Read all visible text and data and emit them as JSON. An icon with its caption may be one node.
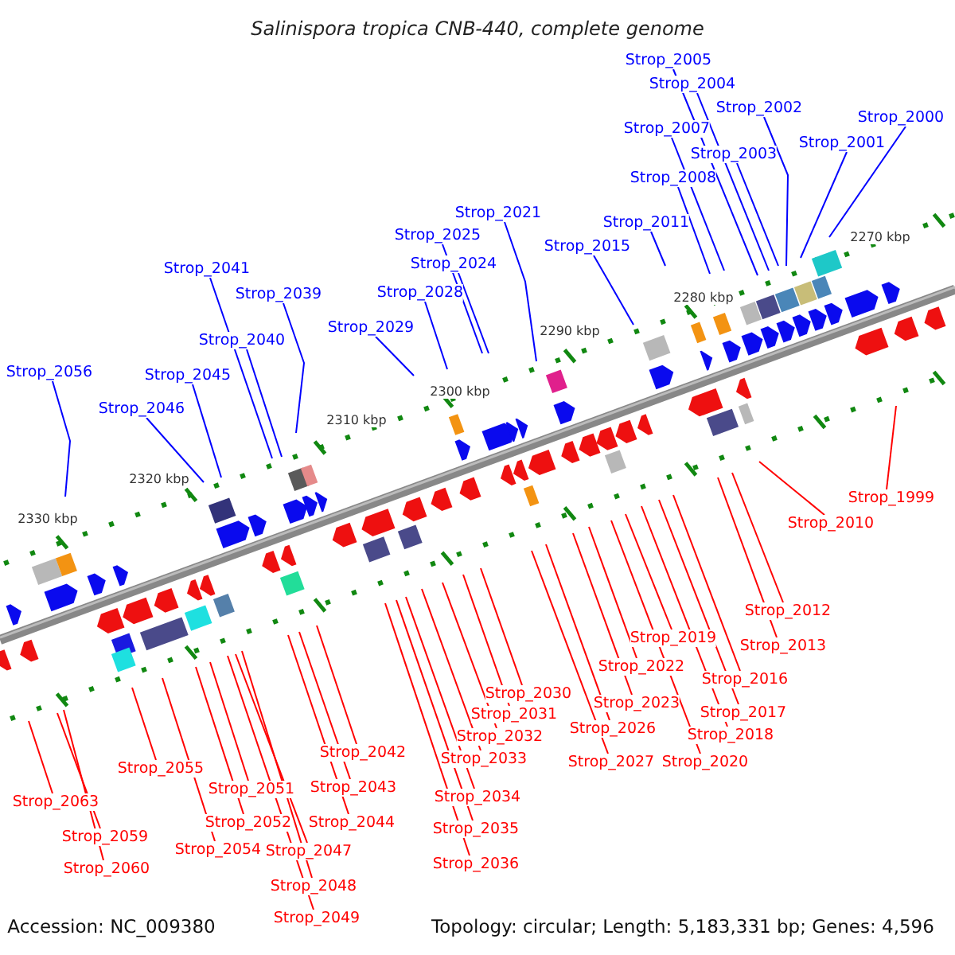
{
  "diagram": {
    "title": "Salinispora tropica CNB-440, complete genome",
    "nodes": [
      {
        "text": [
          "Strop_2005"
        ]
      },
      {
        "text": [
          "Strop_2004"
        ]
      },
      {
        "text": [
          "Strop_2002"
        ]
      },
      {
        "text": [
          "Strop_2007"
        ]
      },
      {
        "text": [
          "Strop_2000"
        ]
      },
      {
        "text": [
          "Strop_2001"
        ]
      },
      {
        "text": [
          "Strop_2003"
        ]
      },
      {
        "text": [
          "Strop_2008"
        ]
      },
      {
        "text": [
          "Strop_2011"
        ]
      },
      {
        "text": [
          "Strop_2015"
        ]
      },
      {
        "text": [
          "Strop_2021"
        ]
      },
      {
        "text": [
          "Strop_2025"
        ]
      },
      {
        "text": [
          "Strop_2024"
        ]
      },
      {
        "text": [
          "Strop_2028"
        ]
      },
      {
        "text": [
          "Strop_2029"
        ]
      },
      {
        "text": [
          "Strop_2041"
        ]
      },
      {
        "text": [
          "Strop_2039"
        ]
      },
      {
        "text": [
          "Strop_2040"
        ]
      },
      {
        "text": [
          "Strop_2045"
        ]
      },
      {
        "text": [
          "Strop_2046"
        ]
      },
      {
        "text": [
          "Strop_2056"
        ]
      },
      {
        "text": [
          "Strop_1999"
        ]
      },
      {
        "text": [
          "Strop_2010"
        ]
      },
      {
        "text": [
          "Strop_2012"
        ]
      },
      {
        "text": [
          "Strop_2019"
        ]
      },
      {
        "text": [
          "Strop_2013"
        ]
      },
      {
        "text": [
          "Strop_2022"
        ]
      },
      {
        "text": [
          "Strop_2016"
        ]
      },
      {
        "text": [
          "Strop_2030"
        ]
      },
      {
        "text": [
          "Strop_2023"
        ]
      },
      {
        "text": [
          "Strop_2017"
        ]
      },
      {
        "text": [
          "Strop_2031"
        ]
      },
      {
        "text": [
          "Strop_2026"
        ]
      },
      {
        "text": [
          "Strop_2018"
        ]
      },
      {
        "text": [
          "Strop_2032"
        ]
      },
      {
        "text": [
          "Strop_2042"
        ]
      },
      {
        "text": [
          "Strop_2033"
        ]
      },
      {
        "text": [
          "Strop_2020"
        ]
      },
      {
        "text": [
          "Strop_2027"
        ]
      },
      {
        "text": [
          "Strop_2055"
        ]
      },
      {
        "text": [
          "Strop_2051"
        ]
      },
      {
        "text": [
          "Strop_2043"
        ]
      },
      {
        "text": [
          "Strop_2034"
        ]
      },
      {
        "text": [
          "Strop_2063"
        ]
      },
      {
        "text": [
          "Strop_2052"
        ]
      },
      {
        "text": [
          "Strop_2044"
        ]
      },
      {
        "text": [
          "Strop_2035"
        ]
      },
      {
        "text": [
          "Strop_2059"
        ]
      },
      {
        "text": [
          "Strop_2054"
        ]
      },
      {
        "text": [
          "Strop_2047"
        ]
      },
      {
        "text": [
          "Strop_2036"
        ]
      },
      {
        "text": [
          "Strop_2060"
        ]
      },
      {
        "text": [
          "Strop_2048"
        ]
      },
      {
        "text": [
          "Strop_2049"
        ]
      }
    ],
    "edges": [
      {
        "from": 0,
        "to": null,
        "arrow": "none",
        "color": "#0000ff"
      },
      {
        "from": 1,
        "to": null,
        "arrow": "none",
        "color": "#0000ff"
      },
      {
        "from": 2,
        "to": null,
        "arrow": "none",
        "color": "#0000ff"
      },
      {
        "from": 3,
        "to": null,
        "arrow": "none",
        "color": "#0000ff"
      },
      {
        "from": 4,
        "to": null,
        "arrow": "none",
        "color": "#0000ff"
      },
      {
        "from": 5,
        "to": null,
        "arrow": "none",
        "color": "#0000ff"
      },
      {
        "from": 6,
        "to": null,
        "arrow": "none",
        "color": "#0000ff"
      },
      {
        "from": 7,
        "to": null,
        "arrow": "none",
        "color": "#0000ff"
      },
      {
        "from": 8,
        "to": null,
        "arrow": "none",
        "color": "#0000ff"
      },
      {
        "from": 9,
        "to": null,
        "arrow": "none",
        "color": "#0000ff"
      },
      {
        "from": 10,
        "to": null,
        "arrow": "none",
        "color": "#0000ff"
      },
      {
        "from": 11,
        "to": null,
        "arrow": "none",
        "color": "#0000ff"
      },
      {
        "from": 12,
        "to": null,
        "arrow": "none",
        "color": "#0000ff"
      },
      {
        "from": 13,
        "to": null,
        "arrow": "none",
        "color": "#0000ff"
      },
      {
        "from": 14,
        "to": null,
        "arrow": "none",
        "color": "#0000ff"
      },
      {
        "from": 15,
        "to": null,
        "arrow": "none",
        "color": "#0000ff"
      },
      {
        "from": 16,
        "to": null,
        "arrow": "none",
        "color": "#0000ff"
      },
      {
        "from": 17,
        "to": null,
        "arrow": "none",
        "color": "#0000ff"
      },
      {
        "from": 18,
        "to": null,
        "arrow": "none",
        "color": "#0000ff"
      },
      {
        "from": 19,
        "to": null,
        "arrow": "none",
        "color": "#0000ff"
      },
      {
        "from": 20,
        "to": null,
        "arrow": "none",
        "color": "#0000ff"
      },
      {
        "from": 21,
        "to": null,
        "arrow": "none"
      },
      {
        "from": 22,
        "to": null,
        "arrow": "none"
      },
      {
        "from": 23,
        "to": null,
        "arrow": "none"
      },
      {
        "from": 24,
        "to": null,
        "arrow": "none"
      },
      {
        "from": 25,
        "to": null,
        "arrow": "none"
      },
      {
        "from": 26,
        "to": null,
        "arrow": "none"
      },
      {
        "from": 27,
        "to": null,
        "arrow": "none"
      },
      {
        "from": 28,
        "to": null,
        "arrow": "none"
      },
      {
        "from": 29,
        "to": null,
        "arrow": "none"
      },
      {
        "from": 30,
        "to": null,
        "arrow": "none"
      },
      {
        "from": 31,
        "to": null,
        "arrow": "none"
      },
      {
        "from": 32,
        "to": null,
        "arrow": "none"
      },
      {
        "from": 33,
        "to": null,
        "arrow": "none"
      },
      {
        "from": 34,
        "to": null,
        "arrow": "none"
      },
      {
        "from": 35,
        "to": null,
        "arrow": "none"
      },
      {
        "from": 36,
        "to": null,
        "arrow": "none"
      },
      {
        "from": 37,
        "to": null,
        "arrow": "none"
      },
      {
        "from": 38,
        "to": null,
        "arrow": "none"
      },
      {
        "from": 39,
        "to": null,
        "arrow": "none"
      },
      {
        "from": 40,
        "to": null,
        "arrow": "none"
      },
      {
        "from": 41,
        "to": null,
        "arrow": "none"
      },
      {
        "from": 42,
        "to": null,
        "arrow": "none"
      },
      {
        "from": 43,
        "to": null,
        "arrow": "none"
      },
      {
        "from": 44,
        "to": null,
        "arrow": "none"
      },
      {
        "from": 45,
        "to": null,
        "arrow": "none"
      },
      {
        "from": 46,
        "to": null,
        "arrow": "none"
      },
      {
        "from": 47,
        "to": null,
        "arrow": "none"
      },
      {
        "from": 48,
        "to": null,
        "arrow": "none"
      },
      {
        "from": 49,
        "to": null,
        "arrow": "none"
      },
      {
        "from": 50,
        "to": null,
        "arrow": "none"
      },
      {
        "from": 51,
        "to": null,
        "arrow": "none"
      },
      {
        "from": 52,
        "to": null,
        "arrow": "none"
      },
      {
        "from": 53,
        "to": null,
        "arrow": "none"
      }
    ],
    "labels": [
      "2270 kbp",
      "2280 kbp",
      "2290 kbp",
      "2300 kbp",
      "2310 kbp",
      "2320 kbp",
      "2330 kbp",
      "Accession: NC_009380",
      "Topology: circular; Length: 5,183,331 bp; Genes: 4,596"
    ]
  }
}
